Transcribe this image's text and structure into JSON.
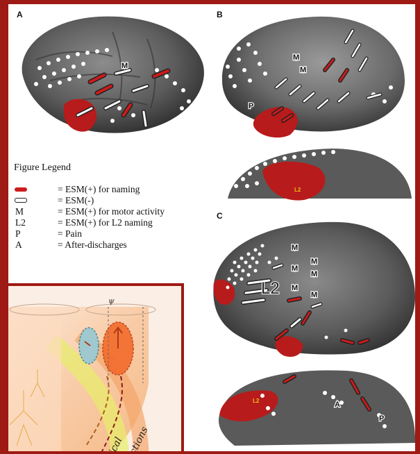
{
  "panels": {
    "a_letter": "A",
    "b_letter": "B",
    "c_letter": "C"
  },
  "brain_labels": {
    "motor": "M",
    "l2": "L2",
    "pain": "P",
    "after_discharge": "A",
    "l2_small": "L2"
  },
  "legend": {
    "title": "Figure Legend",
    "items": [
      {
        "symbol": "red-bar",
        "description": "= ESM(+) for naming"
      },
      {
        "symbol": "white-bar",
        "description": "= ESM(-)"
      },
      {
        "symbol": "M",
        "description": "= ESM(+) for motor activity"
      },
      {
        "symbol": "L2",
        "description": "= ESM(+) for L2 naming"
      },
      {
        "symbol": "P",
        "description": "= Pain"
      },
      {
        "symbol": "A",
        "description": "= After-discharges"
      }
    ]
  },
  "inset": {
    "psi": "ψ",
    "caption_fragments": [
      "ical",
      "ections"
    ]
  },
  "colors": {
    "frame": "#9e1a14",
    "esm_positive": "#cc1b1b",
    "brain_gray": "#6f6f6f"
  }
}
